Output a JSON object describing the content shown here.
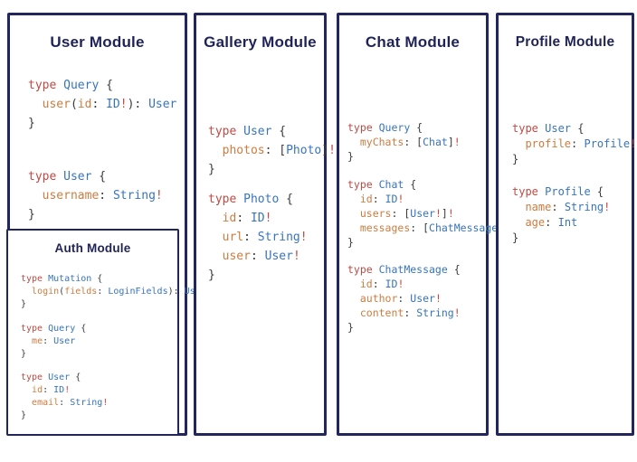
{
  "colors": {
    "border": "#23265c",
    "title": "#1f2357",
    "keyword": "#bf4a44",
    "type_name": "#3874bd",
    "field_name": "#cd7c41",
    "punctuation": "#3b3b3b",
    "background": "#ffffff"
  },
  "panels": [
    {
      "id": "user-module",
      "title": "User Module",
      "blocks": [
        {
          "lines": [
            [
              {
                "t": "type ",
                "c": "k"
              },
              {
                "t": "Query",
                "c": "t"
              },
              {
                "t": " {",
                "c": "p"
              }
            ],
            [
              {
                "t": "  ",
                "c": "p"
              },
              {
                "t": "user",
                "c": "f"
              },
              {
                "t": "(",
                "c": "p"
              },
              {
                "t": "id",
                "c": "f"
              },
              {
                "t": ": ",
                "c": "p"
              },
              {
                "t": "ID",
                "c": "t"
              },
              {
                "t": "!",
                "c": "b"
              },
              {
                "t": "): ",
                "c": "p"
              },
              {
                "t": "User",
                "c": "t"
              }
            ],
            [
              {
                "t": "}",
                "c": "p"
              }
            ]
          ]
        },
        {
          "lines": [
            [
              {
                "t": "type ",
                "c": "k"
              },
              {
                "t": "User",
                "c": "t"
              },
              {
                "t": " {",
                "c": "p"
              }
            ],
            [
              {
                "t": "  ",
                "c": "p"
              },
              {
                "t": "username",
                "c": "f"
              },
              {
                "t": ": ",
                "c": "p"
              },
              {
                "t": "String",
                "c": "t"
              },
              {
                "t": "!",
                "c": "b"
              }
            ],
            [
              {
                "t": "}",
                "c": "p"
              }
            ]
          ]
        }
      ]
    },
    {
      "id": "gallery-module",
      "title": "Gallery Module",
      "blocks": [
        {
          "lines": [
            [
              {
                "t": "type ",
                "c": "k"
              },
              {
                "t": "User",
                "c": "t"
              },
              {
                "t": " {",
                "c": "p"
              }
            ],
            [
              {
                "t": "  ",
                "c": "p"
              },
              {
                "t": "photos",
                "c": "f"
              },
              {
                "t": ": [",
                "c": "p"
              },
              {
                "t": "Photo",
                "c": "t"
              },
              {
                "t": "]",
                "c": "p"
              },
              {
                "t": "!",
                "c": "b"
              }
            ],
            [
              {
                "t": "}",
                "c": "p"
              }
            ]
          ]
        },
        {
          "lines": [
            [
              {
                "t": "type ",
                "c": "k"
              },
              {
                "t": "Photo",
                "c": "t"
              },
              {
                "t": " {",
                "c": "p"
              }
            ],
            [
              {
                "t": "  ",
                "c": "p"
              },
              {
                "t": "id",
                "c": "f"
              },
              {
                "t": ": ",
                "c": "p"
              },
              {
                "t": "ID",
                "c": "t"
              },
              {
                "t": "!",
                "c": "b"
              }
            ],
            [
              {
                "t": "  ",
                "c": "p"
              },
              {
                "t": "url",
                "c": "f"
              },
              {
                "t": ": ",
                "c": "p"
              },
              {
                "t": "String",
                "c": "t"
              },
              {
                "t": "!",
                "c": "b"
              }
            ],
            [
              {
                "t": "  ",
                "c": "p"
              },
              {
                "t": "user",
                "c": "f"
              },
              {
                "t": ": ",
                "c": "p"
              },
              {
                "t": "User",
                "c": "t"
              },
              {
                "t": "!",
                "c": "b"
              }
            ],
            [
              {
                "t": "}",
                "c": "p"
              }
            ]
          ]
        }
      ]
    },
    {
      "id": "chat-module",
      "title": "Chat Module",
      "blocks": [
        {
          "lines": [
            [
              {
                "t": "type ",
                "c": "k"
              },
              {
                "t": "Query",
                "c": "t"
              },
              {
                "t": " {",
                "c": "p"
              }
            ],
            [
              {
                "t": "  ",
                "c": "p"
              },
              {
                "t": "myChats",
                "c": "f"
              },
              {
                "t": ": [",
                "c": "p"
              },
              {
                "t": "Chat",
                "c": "t"
              },
              {
                "t": "]",
                "c": "p"
              },
              {
                "t": "!",
                "c": "b"
              }
            ],
            [
              {
                "t": "}",
                "c": "p"
              }
            ]
          ]
        },
        {
          "lines": [
            [
              {
                "t": "type ",
                "c": "k"
              },
              {
                "t": "Chat",
                "c": "t"
              },
              {
                "t": " {",
                "c": "p"
              }
            ],
            [
              {
                "t": "  ",
                "c": "p"
              },
              {
                "t": "id",
                "c": "f"
              },
              {
                "t": ": ",
                "c": "p"
              },
              {
                "t": "ID",
                "c": "t"
              },
              {
                "t": "!",
                "c": "b"
              }
            ],
            [
              {
                "t": "  ",
                "c": "p"
              },
              {
                "t": "users",
                "c": "f"
              },
              {
                "t": ": [",
                "c": "p"
              },
              {
                "t": "User",
                "c": "t"
              },
              {
                "t": "!",
                "c": "b"
              },
              {
                "t": "]",
                "c": "p"
              },
              {
                "t": "!",
                "c": "b"
              }
            ],
            [
              {
                "t": "  ",
                "c": "p"
              },
              {
                "t": "messages",
                "c": "f"
              },
              {
                "t": ": [",
                "c": "p"
              },
              {
                "t": "ChatMessage",
                "c": "t"
              },
              {
                "t": "]",
                "c": "p"
              },
              {
                "t": "!",
                "c": "b"
              }
            ],
            [
              {
                "t": "}",
                "c": "p"
              }
            ]
          ]
        },
        {
          "lines": [
            [
              {
                "t": "type ",
                "c": "k"
              },
              {
                "t": "ChatMessage",
                "c": "t"
              },
              {
                "t": " {",
                "c": "p"
              }
            ],
            [
              {
                "t": "  ",
                "c": "p"
              },
              {
                "t": "id",
                "c": "f"
              },
              {
                "t": ": ",
                "c": "p"
              },
              {
                "t": "ID",
                "c": "t"
              },
              {
                "t": "!",
                "c": "b"
              }
            ],
            [
              {
                "t": "  ",
                "c": "p"
              },
              {
                "t": "author",
                "c": "f"
              },
              {
                "t": ": ",
                "c": "p"
              },
              {
                "t": "User",
                "c": "t"
              },
              {
                "t": "!",
                "c": "b"
              }
            ],
            [
              {
                "t": "  ",
                "c": "p"
              },
              {
                "t": "content",
                "c": "f"
              },
              {
                "t": ": ",
                "c": "p"
              },
              {
                "t": "String",
                "c": "t"
              },
              {
                "t": "!",
                "c": "b"
              }
            ],
            [
              {
                "t": "}",
                "c": "p"
              }
            ]
          ]
        }
      ]
    },
    {
      "id": "profile-module",
      "title": "Profile Module",
      "blocks": [
        {
          "lines": [
            [
              {
                "t": "type ",
                "c": "k"
              },
              {
                "t": "User",
                "c": "t"
              },
              {
                "t": " {",
                "c": "p"
              }
            ],
            [
              {
                "t": "  ",
                "c": "p"
              },
              {
                "t": "profile",
                "c": "f"
              },
              {
                "t": ": ",
                "c": "p"
              },
              {
                "t": "Profile",
                "c": "t"
              },
              {
                "t": "!",
                "c": "b"
              }
            ],
            [
              {
                "t": "}",
                "c": "p"
              }
            ]
          ]
        },
        {
          "lines": [
            [
              {
                "t": "type ",
                "c": "k"
              },
              {
                "t": "Profile",
                "c": "t"
              },
              {
                "t": " {",
                "c": "p"
              }
            ],
            [
              {
                "t": "  ",
                "c": "p"
              },
              {
                "t": "name",
                "c": "f"
              },
              {
                "t": ": ",
                "c": "p"
              },
              {
                "t": "String",
                "c": "t"
              },
              {
                "t": "!",
                "c": "b"
              }
            ],
            [
              {
                "t": "  ",
                "c": "p"
              },
              {
                "t": "age",
                "c": "f"
              },
              {
                "t": ": ",
                "c": "p"
              },
              {
                "t": "Int",
                "c": "t"
              }
            ],
            [
              {
                "t": "}",
                "c": "p"
              }
            ]
          ]
        }
      ]
    }
  ],
  "auth_box": {
    "id": "auth-module",
    "title": "Auth Module",
    "blocks": [
      {
        "lines": [
          [
            {
              "t": "type ",
              "c": "k"
            },
            {
              "t": "Mutation",
              "c": "t"
            },
            {
              "t": " {",
              "c": "p"
            }
          ],
          [
            {
              "t": "  ",
              "c": "p"
            },
            {
              "t": "login",
              "c": "f"
            },
            {
              "t": "(",
              "c": "p"
            },
            {
              "t": "fields",
              "c": "f"
            },
            {
              "t": ": ",
              "c": "p"
            },
            {
              "t": "LoginFields",
              "c": "t"
            },
            {
              "t": "): ",
              "c": "p"
            },
            {
              "t": "User",
              "c": "t"
            }
          ],
          [
            {
              "t": "}",
              "c": "p"
            }
          ]
        ]
      },
      {
        "lines": [
          [
            {
              "t": "type ",
              "c": "k"
            },
            {
              "t": "Query",
              "c": "t"
            },
            {
              "t": " {",
              "c": "p"
            }
          ],
          [
            {
              "t": "  ",
              "c": "p"
            },
            {
              "t": "me",
              "c": "f"
            },
            {
              "t": ": ",
              "c": "p"
            },
            {
              "t": "User",
              "c": "t"
            }
          ],
          [
            {
              "t": "}",
              "c": "p"
            }
          ]
        ]
      },
      {
        "lines": [
          [
            {
              "t": "type ",
              "c": "k"
            },
            {
              "t": "User",
              "c": "t"
            },
            {
              "t": " {",
              "c": "p"
            }
          ],
          [
            {
              "t": "  ",
              "c": "p"
            },
            {
              "t": "id",
              "c": "f"
            },
            {
              "t": ": ",
              "c": "p"
            },
            {
              "t": "ID",
              "c": "t"
            },
            {
              "t": "!",
              "c": "b"
            }
          ],
          [
            {
              "t": "  ",
              "c": "p"
            },
            {
              "t": "email",
              "c": "f"
            },
            {
              "t": ": ",
              "c": "p"
            },
            {
              "t": "String",
              "c": "t"
            },
            {
              "t": "!",
              "c": "b"
            }
          ],
          [
            {
              "t": "}",
              "c": "p"
            }
          ]
        ]
      }
    ]
  }
}
